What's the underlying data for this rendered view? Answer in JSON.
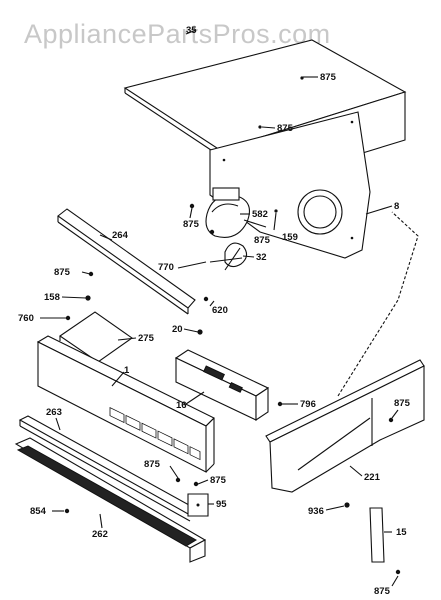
{
  "watermark": "AppliancePartsPros.com",
  "callouts": {
    "c35": "35",
    "c875_a": "875",
    "c875_b": "875",
    "c8": "8",
    "c875_c": "875",
    "c582": "582",
    "c875_d": "875",
    "c159": "159",
    "c264": "264",
    "c770": "770",
    "c32": "32",
    "c875_e": "875",
    "c158": "158",
    "c620": "620",
    "c760": "760",
    "c275": "275",
    "c20": "20",
    "c1": "1",
    "c16": "16",
    "c796": "796",
    "c875_f": "875",
    "c263": "263",
    "c875_g": "875",
    "c875_h": "875",
    "c221": "221",
    "c95": "95",
    "c936": "936",
    "c854": "854",
    "c262": "262",
    "c15": "15",
    "c875_i": "875"
  }
}
